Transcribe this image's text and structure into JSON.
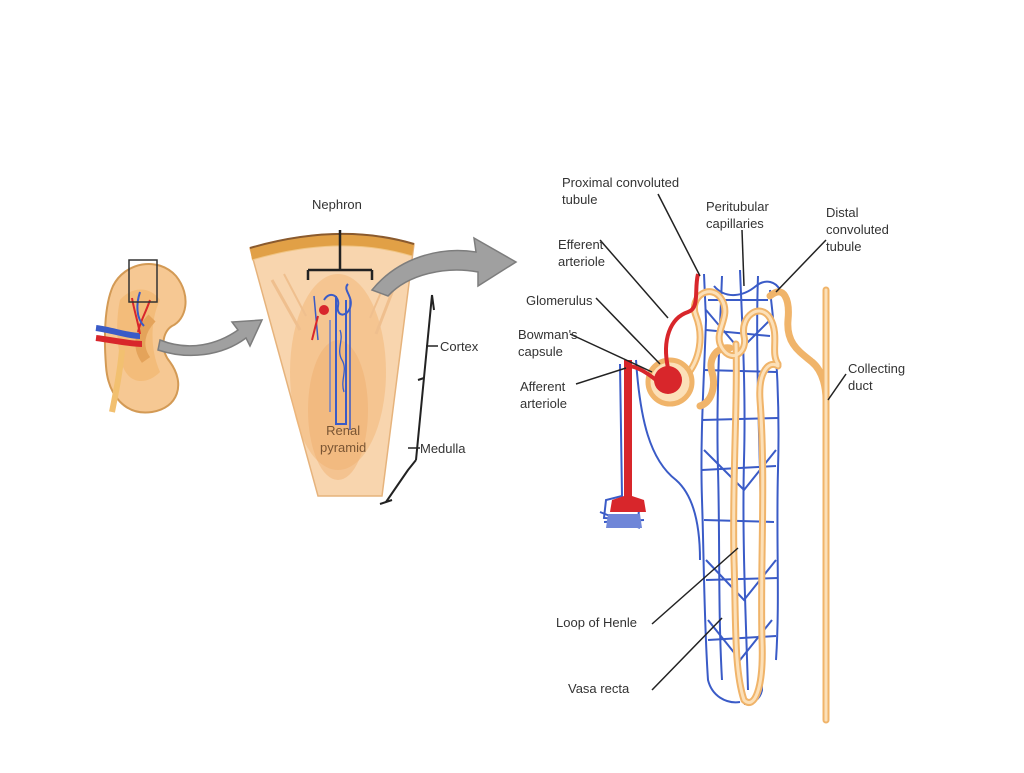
{
  "colors": {
    "artery": "#d8262b",
    "vein": "#3a5bc7",
    "tubule_fill": "#fce0b8",
    "tubule_stroke": "#f0b46a",
    "cortex_fill": "#f8d5ae",
    "capsule_band": "#e1a046",
    "capsule_edge": "#8a5a2e",
    "leader": "#222222",
    "arrow": "#9a9a9a"
  },
  "icons": {
    "kidney": "kidney-icon",
    "arrow": "curved-arrow-icon"
  },
  "labels": {
    "nephron": "Nephron",
    "cortex": "Cortex",
    "renal_pyramid": "Renal\npyramid",
    "medulla": "Medulla",
    "proximal_convoluted_tubule": "Proximal convoluted\ntubule",
    "peritubular_capillaries": "Peritubular\ncapillaries",
    "distal_convoluted_tubule": "Distal\nconvoluted\ntubule",
    "efferent_arteriole": "Efferent\narteriole",
    "glomerulus": "Glomerulus",
    "bowmans_capsule": "Bowman's\ncapsule",
    "afferent_arteriole": "Afferent\narteriole",
    "collecting_duct": "Collecting\nduct",
    "loop_of_henle": "Loop of Henle",
    "vasa_recta": "Vasa recta"
  }
}
